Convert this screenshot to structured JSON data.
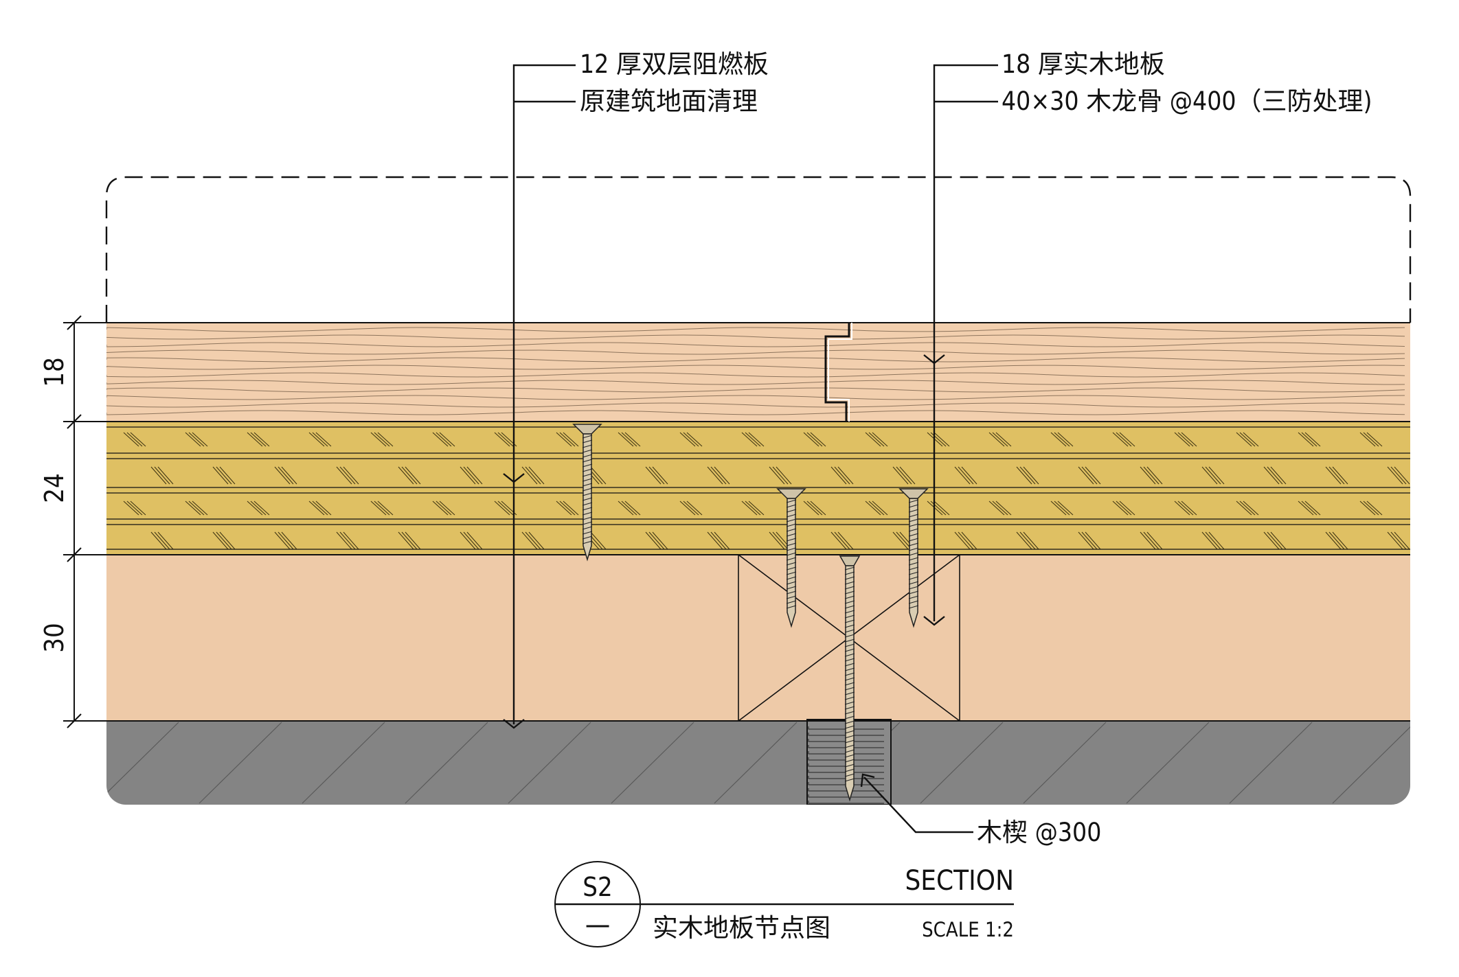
{
  "colors": {
    "finish_floor": "#f2cfae",
    "fire_board": "#dfc063",
    "joist_layer": "#eecaa8",
    "concrete": "#848484",
    "wedge": "#8a8a8a",
    "line": "#111111"
  },
  "callouts": {
    "fire_board": "12 厚双层阻燃板",
    "substrate": "原建筑地面清理",
    "solid_floor": "18 厚实木地板",
    "joist": "40×30  木龙骨 @400（三防处理)",
    "wedge": "木楔 @300"
  },
  "dimensions": [
    "18",
    "24",
    "30"
  ],
  "title_block": {
    "code": "S2",
    "sheet": "一",
    "type": "SECTION",
    "title": "实木地板节点图",
    "scale": "SCALE 1:2"
  }
}
